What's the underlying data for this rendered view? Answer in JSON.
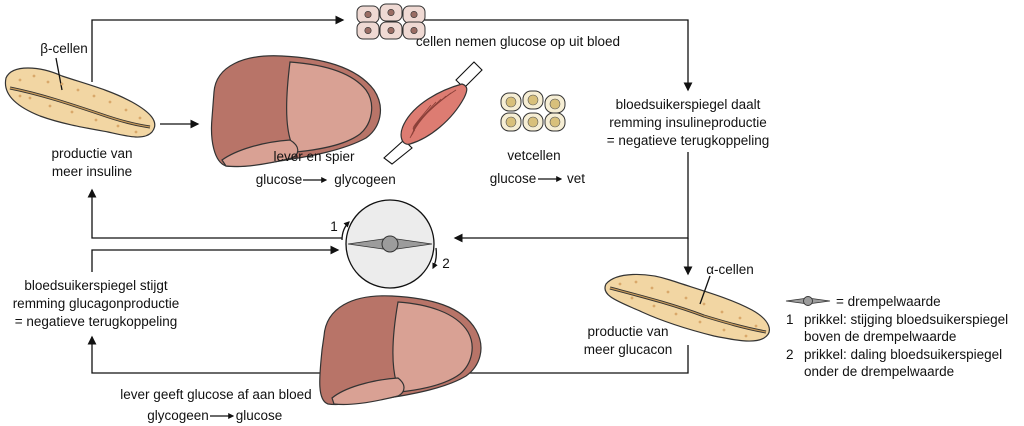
{
  "labels": {
    "beta_cells": "β-cellen",
    "cells_take_up": "cellen nemen glucose op uit bloed",
    "production_insulin_1": "productie van",
    "production_insulin_2": "meer insuline",
    "liver_muscle": "lever en spier",
    "glucose_1": "glucose",
    "glycogen_1": "glycogeen",
    "fat_cells": "vetcellen",
    "glucose_2": "glucose",
    "fat": "vet",
    "blood_sugar_falls_1": "bloedsuikerspiegel daalt",
    "blood_sugar_falls_2": "remming insulineproductie",
    "blood_sugar_falls_3": "= negatieve terugkoppeling",
    "blood_sugar_rises_1": "bloedsuikerspiegel stijgt",
    "blood_sugar_rises_2": "remming glucagonproductie",
    "blood_sugar_rises_3": "= negatieve terugkoppeling",
    "alpha_cells": "α-cellen",
    "production_glucagon_1": "productie van",
    "production_glucagon_2": "meer glucacon",
    "liver_releases": "lever geeft glucose af aan bloed",
    "glycogen_2": "glycogeen",
    "glucose_3": "glucose",
    "stimulus_1_num": "1",
    "stimulus_2_num": "2"
  },
  "legend": {
    "threshold": "= drempelwaarde",
    "item1_num": "1",
    "item1_line1": "prikkel: stijging bloedsuikerspiegel",
    "item1_line2": "boven de drempelwaarde",
    "item2_num": "2",
    "item2_line1": "prikkel: daling bloedsuikerspiegel",
    "item2_line2": "onder de drempelwaarde"
  },
  "colors": {
    "pancreas": "#f2d6a3",
    "pancreas_dots": "#d9a86a",
    "liver": "#b87468",
    "liver_light": "#d9a194",
    "muscle": "#dd7c72",
    "cell_fill": "#efd9d3",
    "nucleus": "#9a6d64",
    "fat_cell": "#f6eed4",
    "fat_nucleus": "#d8c07b",
    "dial_fill": "#ececec",
    "needle": "#9c9c9c"
  }
}
